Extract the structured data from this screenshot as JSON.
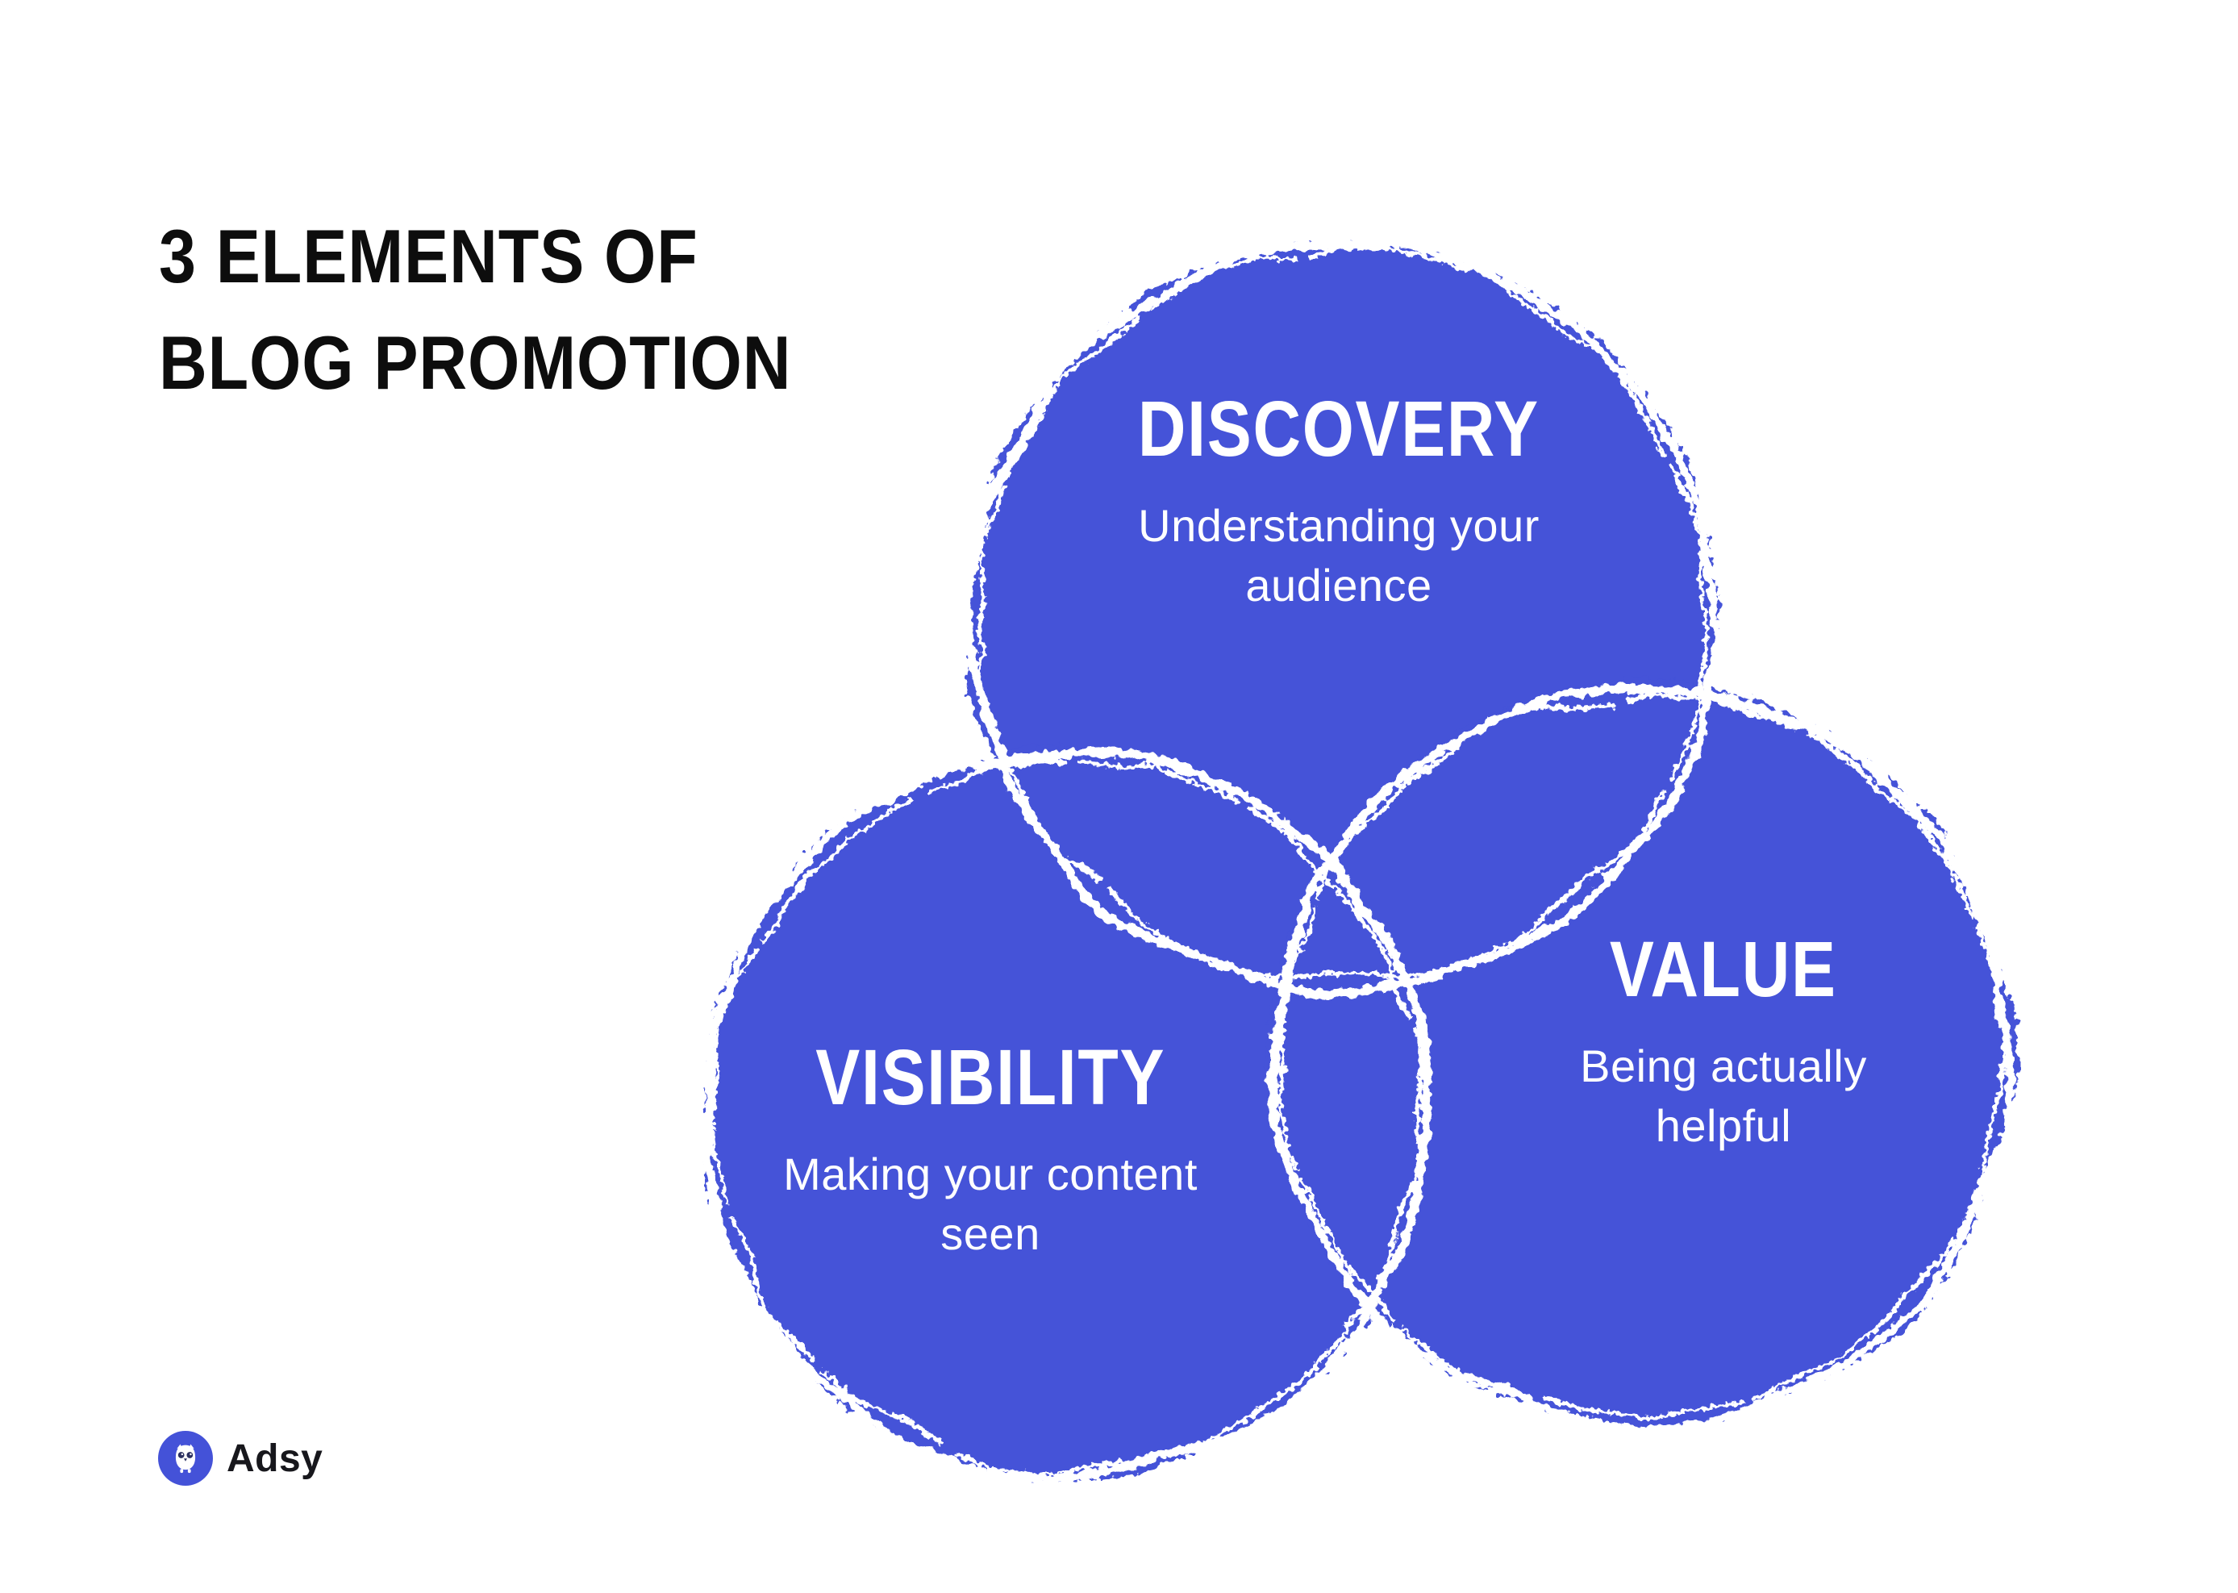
{
  "title": {
    "line1": "3 ELEMENTS OF",
    "line2": "BLOG PROMOTION"
  },
  "venn": {
    "circles": [
      {
        "id": "discovery",
        "heading": "DISCOVERY",
        "subtitle_line1": "Understanding your",
        "subtitle_line2": "audience"
      },
      {
        "id": "visibility",
        "heading": "VISIBILITY",
        "subtitle_line1": "Making your content",
        "subtitle_line2": "seen"
      },
      {
        "id": "value",
        "heading": "VALUE",
        "subtitle_line1": "Being actually",
        "subtitle_line2": "helpful"
      }
    ]
  },
  "logo": {
    "brand": "Adsy",
    "icon": "owl-icon"
  },
  "colors": {
    "circle_blue": "#4452d8",
    "outline_white": "#ffffff",
    "title_black": "#0d0d0d"
  }
}
